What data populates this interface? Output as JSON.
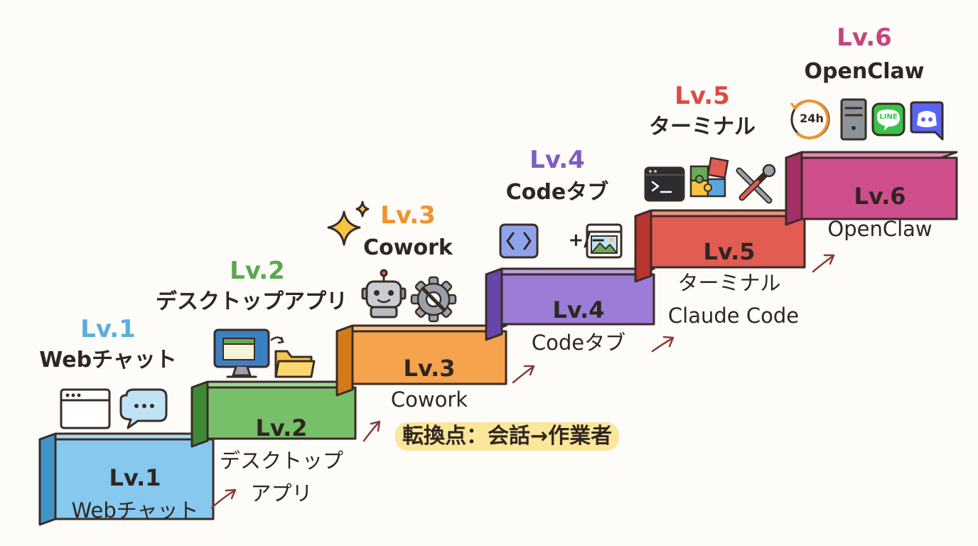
{
  "levels": [
    {
      "level": "Lv.1",
      "name": "Webチャット",
      "step_name_line1": "Webチャット",
      "step_name_line2": "",
      "color": "#5aaedc",
      "icons": [
        "browser-window-icon",
        "chat-bubble-icon"
      ]
    },
    {
      "level": "Lv.2",
      "name": "デスクトップアプリ",
      "step_name_line1": "デスクトップ",
      "step_name_line2": "アプリ",
      "color": "#5aa84e",
      "icons": [
        "desktop-monitor-icon",
        "folder-icon"
      ]
    },
    {
      "level": "Lv.3",
      "name": "Cowork",
      "step_name_line1": "Cowork",
      "step_name_line2": "",
      "color": "#f0932e",
      "icons": [
        "sparkle-icon",
        "robot-icon",
        "gear-tool-icon"
      ]
    },
    {
      "level": "Lv.4",
      "name": "Codeタブ",
      "step_name_line1": "Codeタブ",
      "step_name_line2": "",
      "color": "#7e5dbf",
      "icons": [
        "code-icon",
        "diff-icon",
        "image-preview-icon"
      ]
    },
    {
      "level": "Lv.5",
      "name": "ターミナル",
      "step_name_line1": "ターミナル",
      "step_name_line2": "Claude Code",
      "color": "#dc4b43",
      "icons": [
        "terminal-icon",
        "puzzle-icon",
        "tools-icon"
      ]
    },
    {
      "level": "Lv.6",
      "name": "OpenClaw",
      "step_name_line1": "OpenClaw",
      "step_name_line2": "",
      "color": "#c8437e",
      "icons": [
        "clock-24h-icon",
        "server-icon",
        "line-app-icon",
        "discord-icon"
      ]
    }
  ],
  "diff_symbol": "+/−",
  "clock_label": "24h",
  "line_label": "LINE",
  "highlight_note": "転換点：会話→作業者"
}
